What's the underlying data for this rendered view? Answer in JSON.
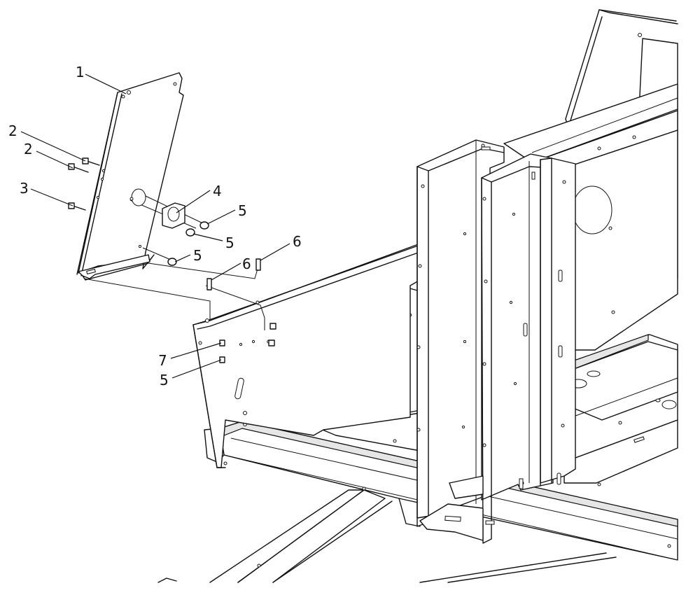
{
  "callouts": [
    {
      "id": "c1",
      "label": "1"
    },
    {
      "id": "c2a",
      "label": "2"
    },
    {
      "id": "c2b",
      "label": "2"
    },
    {
      "id": "c3",
      "label": "3"
    },
    {
      "id": "c4",
      "label": "4"
    },
    {
      "id": "c5a",
      "label": "5"
    },
    {
      "id": "c5b",
      "label": "5"
    },
    {
      "id": "c5c",
      "label": "5"
    },
    {
      "id": "c6a",
      "label": "6"
    },
    {
      "id": "c6b",
      "label": "6"
    },
    {
      "id": "c7",
      "label": "7"
    },
    {
      "id": "c5d",
      "label": "5"
    }
  ]
}
